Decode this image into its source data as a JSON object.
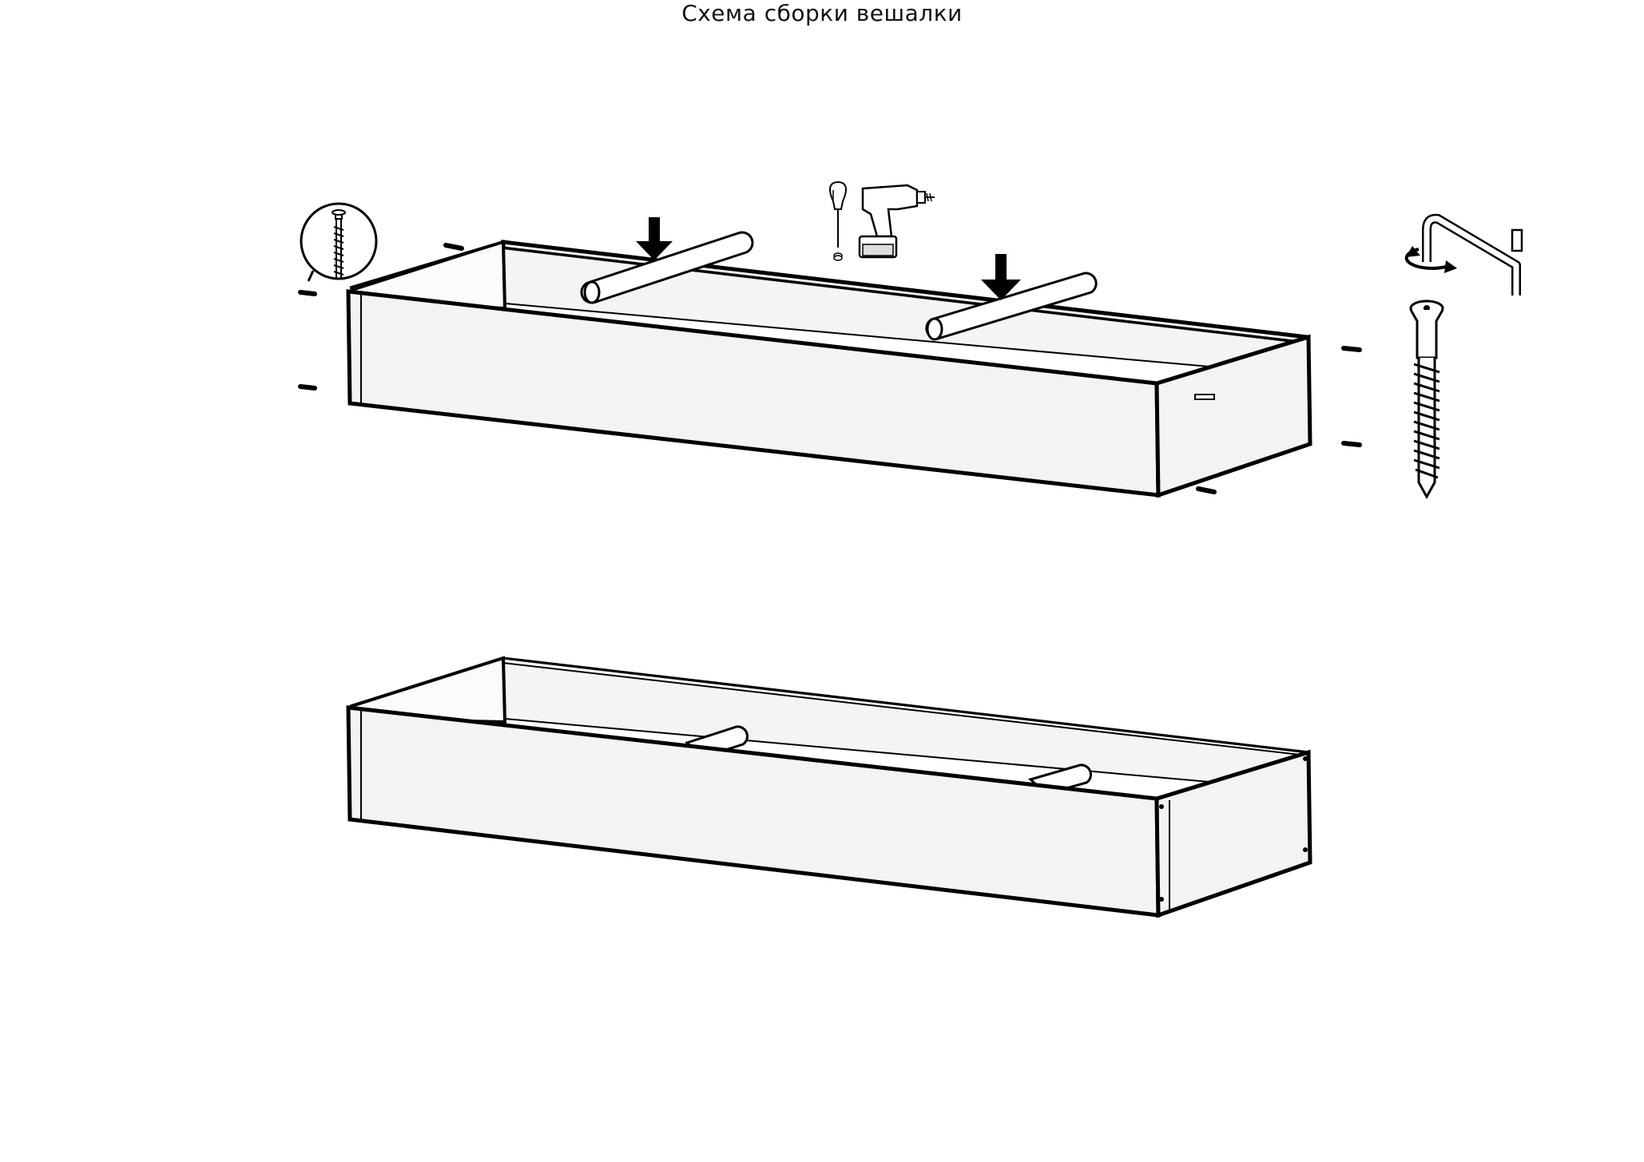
{
  "diagram": {
    "title": "Схема сборки вешалки",
    "steps": [
      {
        "name": "step-1",
        "tools": [
          "screwdriver-icon",
          "drill-icon",
          "allen-key-icon"
        ],
        "hardware": [
          "confirmat-screw-icon"
        ]
      },
      {
        "name": "step-2"
      }
    ],
    "colors": {
      "line": "#000000",
      "panel_fill": "#f3f3f3",
      "background": "#ffffff"
    }
  }
}
